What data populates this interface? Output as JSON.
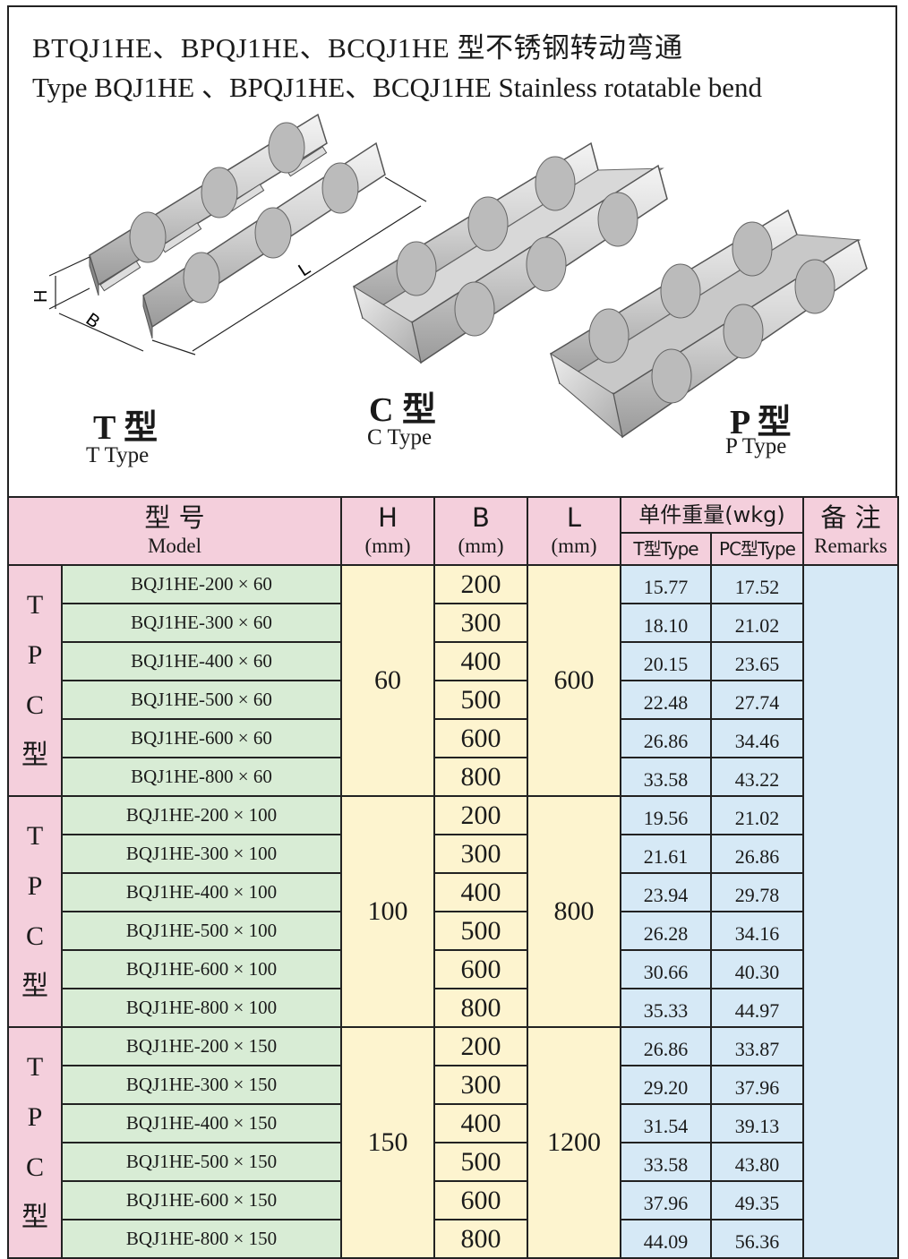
{
  "title_cn": "BTQJ1HE、BPQJ1HE、BCQJ1HE 型不锈钢转动弯通",
  "title_en": "Type BQJ1HE 、BPQJ1HE、BCQJ1HE Stainless rotatable bend",
  "diagram": {
    "dim_h": "H",
    "dim_b": "B",
    "dim_l": "L",
    "t_label_cn": "T 型",
    "t_label_en": "T Type",
    "c_label_cn": "C 型",
    "c_label_en": "C Type",
    "p_label_cn": "P 型",
    "p_label_en": "P Type"
  },
  "table": {
    "header": {
      "model_cn": "型 号",
      "model_en": "Model",
      "h": "H",
      "b": "B",
      "l": "L",
      "unit": "(mm)",
      "weight": "单件重量(wkg)",
      "t_type": "T型Type",
      "pc_type": "PC型Type",
      "remarks_cn": "备 注",
      "remarks_en": "Remarks"
    },
    "groups": [
      {
        "label": [
          "T",
          "P",
          "C",
          "型"
        ],
        "h": "60",
        "l": "600",
        "rows": [
          {
            "model": "BQJ1HE-200 × 60",
            "b": "200",
            "t": "15.77",
            "pc": "17.52"
          },
          {
            "model": "BQJ1HE-300 × 60",
            "b": "300",
            "t": "18.10",
            "pc": "21.02"
          },
          {
            "model": "BQJ1HE-400 × 60",
            "b": "400",
            "t": "20.15",
            "pc": "23.65"
          },
          {
            "model": "BQJ1HE-500 × 60",
            "b": "500",
            "t": "22.48",
            "pc": "27.74"
          },
          {
            "model": "BQJ1HE-600 × 60",
            "b": "600",
            "t": "26.86",
            "pc": "34.46"
          },
          {
            "model": "BQJ1HE-800 × 60",
            "b": "800",
            "t": "33.58",
            "pc": "43.22"
          }
        ]
      },
      {
        "label": [
          "T",
          "P",
          "C",
          "型"
        ],
        "h": "100",
        "l": "800",
        "rows": [
          {
            "model": "BQJ1HE-200 × 100",
            "b": "200",
            "t": "19.56",
            "pc": "21.02"
          },
          {
            "model": "BQJ1HE-300 × 100",
            "b": "300",
            "t": "21.61",
            "pc": "26.86"
          },
          {
            "model": "BQJ1HE-400 × 100",
            "b": "400",
            "t": "23.94",
            "pc": "29.78"
          },
          {
            "model": "BQJ1HE-500 × 100",
            "b": "500",
            "t": "26.28",
            "pc": "34.16"
          },
          {
            "model": "BQJ1HE-600 × 100",
            "b": "600",
            "t": "30.66",
            "pc": "40.30"
          },
          {
            "model": "BQJ1HE-800 × 100",
            "b": "800",
            "t": "35.33",
            "pc": "44.97"
          }
        ]
      },
      {
        "label": [
          "T",
          "P",
          "C",
          "型"
        ],
        "h": "150",
        "l": "1200",
        "rows": [
          {
            "model": "BQJ1HE-200 × 150",
            "b": "200",
            "t": "26.86",
            "pc": "33.87"
          },
          {
            "model": "BQJ1HE-300 × 150",
            "b": "300",
            "t": "29.20",
            "pc": "37.96"
          },
          {
            "model": "BQJ1HE-400 × 150",
            "b": "400",
            "t": "31.54",
            "pc": "39.13"
          },
          {
            "model": "BQJ1HE-500 × 150",
            "b": "500",
            "t": "33.58",
            "pc": "43.80"
          },
          {
            "model": "BQJ1HE-600 × 150",
            "b": "600",
            "t": "37.96",
            "pc": "49.35"
          },
          {
            "model": "BQJ1HE-800 × 150",
            "b": "800",
            "t": "44.09",
            "pc": "56.36"
          }
        ]
      }
    ]
  }
}
